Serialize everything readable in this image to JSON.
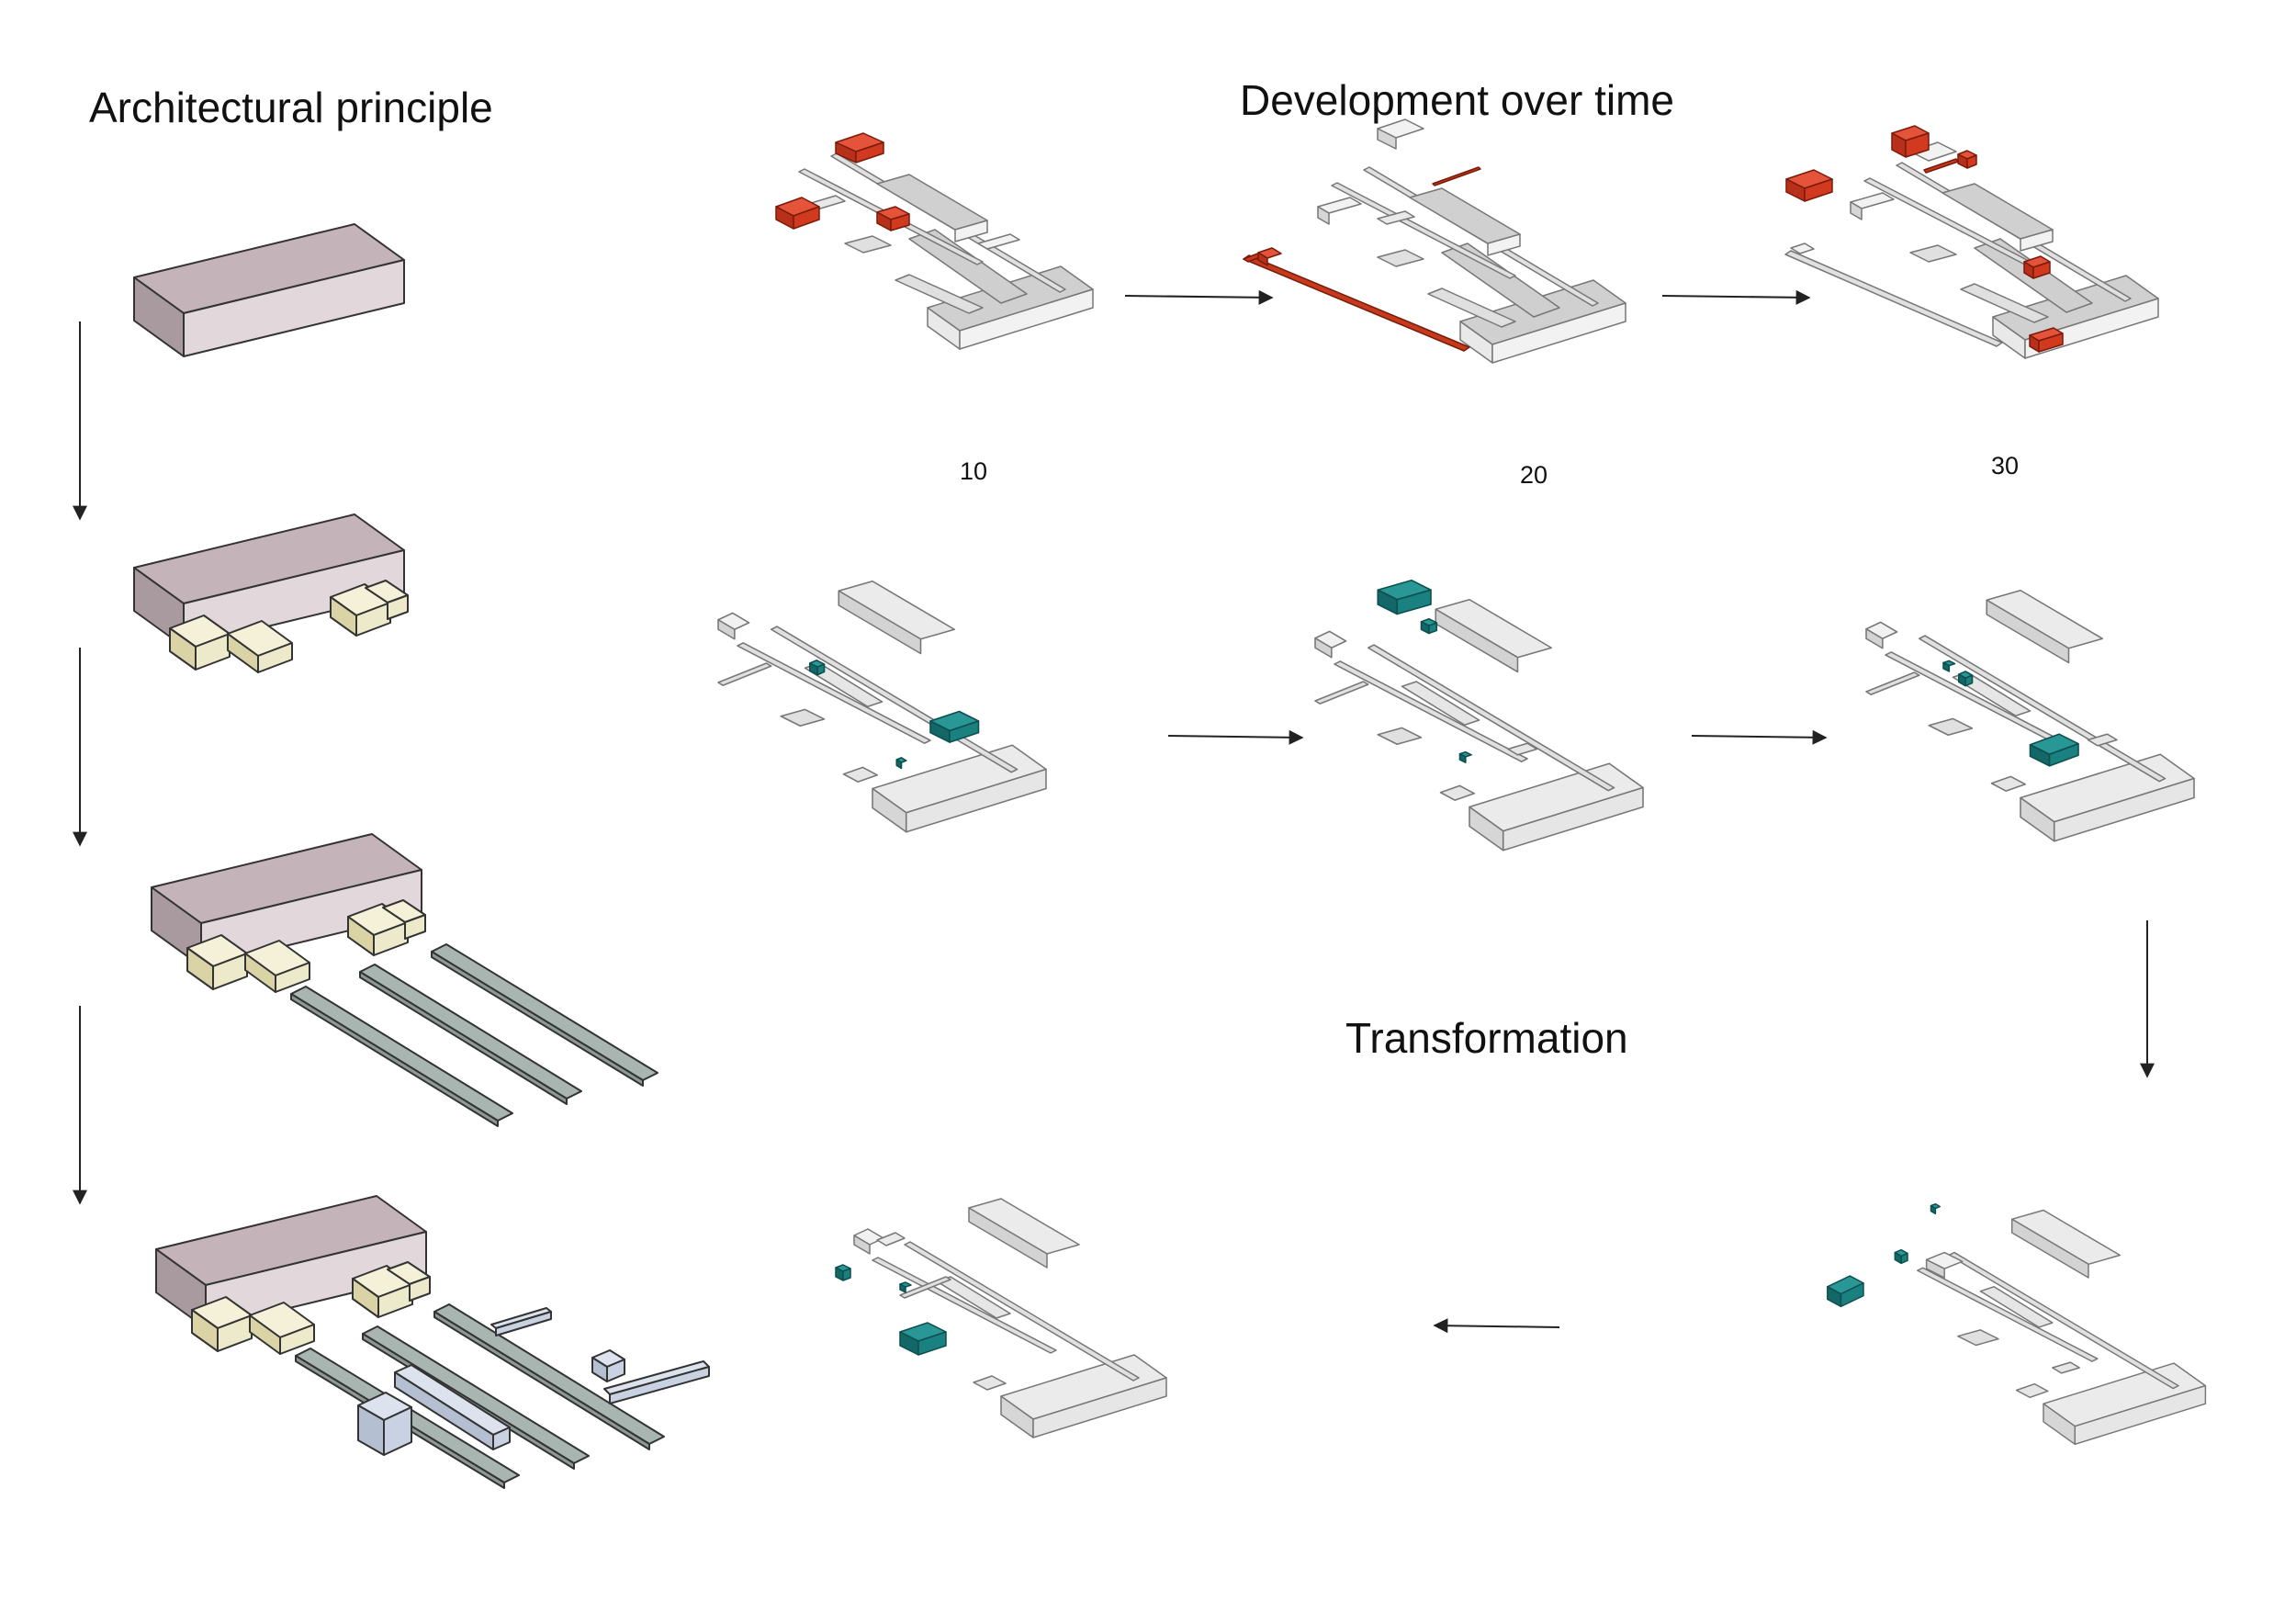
{
  "titles": {
    "architectural_principle": "Architectural principle",
    "development_over_time": "Development over time",
    "transformation": "Transformation"
  },
  "time_steps": [
    "10",
    "20",
    "30"
  ],
  "colors": {
    "main_volume": "#d8cdd1",
    "annex_volume": "#ede9cb",
    "slab": "#a9b5b1",
    "infill_volume": "#c9d2e2",
    "built_white": "#f2f2f2",
    "new_red": "#d23a1f",
    "new_teal": "#1a8080",
    "line": "#222222"
  }
}
